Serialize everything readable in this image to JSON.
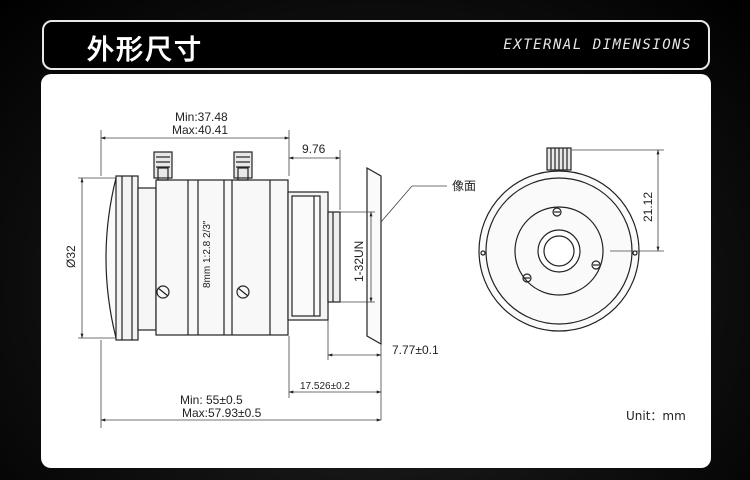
{
  "header": {
    "title_cn": "外形尺寸",
    "title_en": "EXTERNAL DIMENSIONS"
  },
  "drawing": {
    "length_min_top": "Min:37.48",
    "length_max_top": "Max:40.41",
    "rear_length": "9.76",
    "diameter": "Ø32",
    "mount_thread": "1-32UN",
    "image_plane_label": "像面",
    "back_focal": "7.77±0.1",
    "flange_distance": "17.526±0.2",
    "total_min": "Min: 55±0.5",
    "total_max": "Max:57.93±0.5",
    "barrel_text": "8mm 1:2.8  2/3\"",
    "front_dim": "21.12",
    "unit": "Unit：mm"
  },
  "colors": {
    "line": "#222222",
    "background": "#ffffff",
    "frame": "#e8e8e8"
  }
}
